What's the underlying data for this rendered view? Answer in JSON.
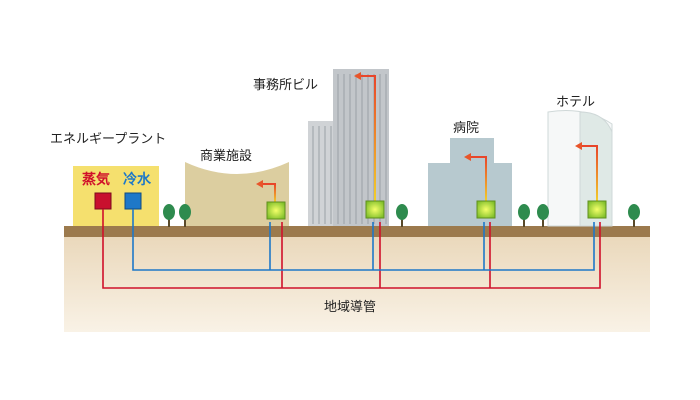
{
  "labels": {
    "energy_plant": "エネルギープラント",
    "steam": "蒸気",
    "cold_water": "冷水",
    "commercial": "商業施設",
    "office": "事務所ビル",
    "hospital": "病院",
    "hotel": "ホテル",
    "pipeline": "地域導管"
  },
  "colors": {
    "steam": "#d0102a",
    "cold_water": "#1e78c8",
    "ground_surface": "#9c7a4d",
    "soil": "#f2e6d3",
    "heat_arrow": "#e8552a",
    "substation": "#8cc63f"
  }
}
